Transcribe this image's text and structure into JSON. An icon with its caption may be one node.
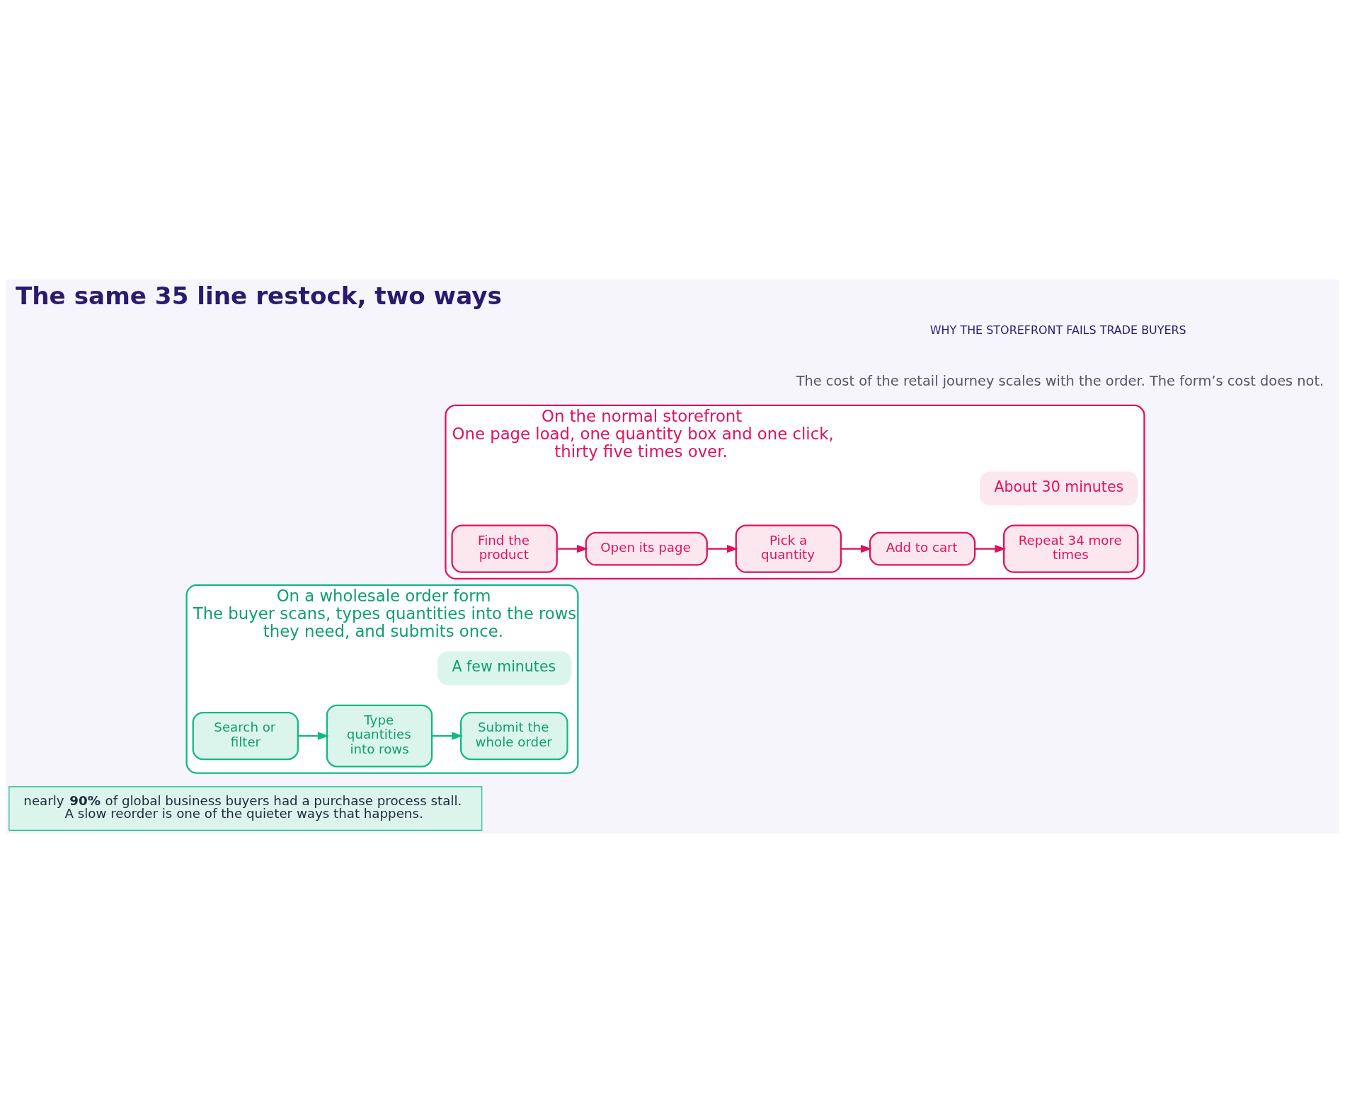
{
  "diagram": {
    "title": "The same 35 line restock, two ways",
    "nodes": [
      {
        "text": [
          "On the normal storefront",
          "One page load, one quantity box and one click, thirty five times over."
        ]
      },
      {
        "text": [
          "About 30 minutes"
        ],
        "in": 0
      },
      {
        "text": [
          "Find the product"
        ],
        "in": 0
      },
      {
        "text": [
          "Open its page"
        ],
        "in": 0
      },
      {
        "text": [
          "Pick a quantity"
        ],
        "in": 0
      },
      {
        "text": [
          "Add to cart"
        ],
        "in": 0
      },
      {
        "text": [
          "Repeat 34 more times"
        ],
        "in": 0
      },
      {
        "text": [
          "On a wholesale order form",
          "The buyer scans, types quantities into the rows they need, and submits once."
        ]
      },
      {
        "text": [
          "A few minutes"
        ],
        "in": 7
      },
      {
        "text": [
          "Search or filter"
        ],
        "in": 7
      },
      {
        "text": [
          "Type quantities into rows"
        ],
        "in": 7
      },
      {
        "text": [
          "Submit the whole order"
        ],
        "in": 7
      },
      {
        "text": [
          "nearly **90%** of global business buyers had a purchase process stall. A slow reorder is one of the quieter ways that happens."
        ]
      }
    ],
    "edges": [
      {
        "from": 2,
        "to": 3,
        "arrow": "to"
      },
      {
        "from": 3,
        "to": 4,
        "arrow": "to"
      },
      {
        "from": 4,
        "to": 5,
        "arrow": "to"
      },
      {
        "from": 5,
        "to": 6,
        "arrow": "to"
      },
      {
        "from": 9,
        "to": 10,
        "arrow": "to",
        "color": "#12b886"
      },
      {
        "from": 10,
        "to": 11,
        "arrow": "to",
        "color": "#12b886"
      }
    ],
    "labels": [
      "WHY THE STOREFRONT FAILS TRADE BUYERS",
      "The cost of the retail journey scales with the order. The form’s cost does not."
    ]
  }
}
